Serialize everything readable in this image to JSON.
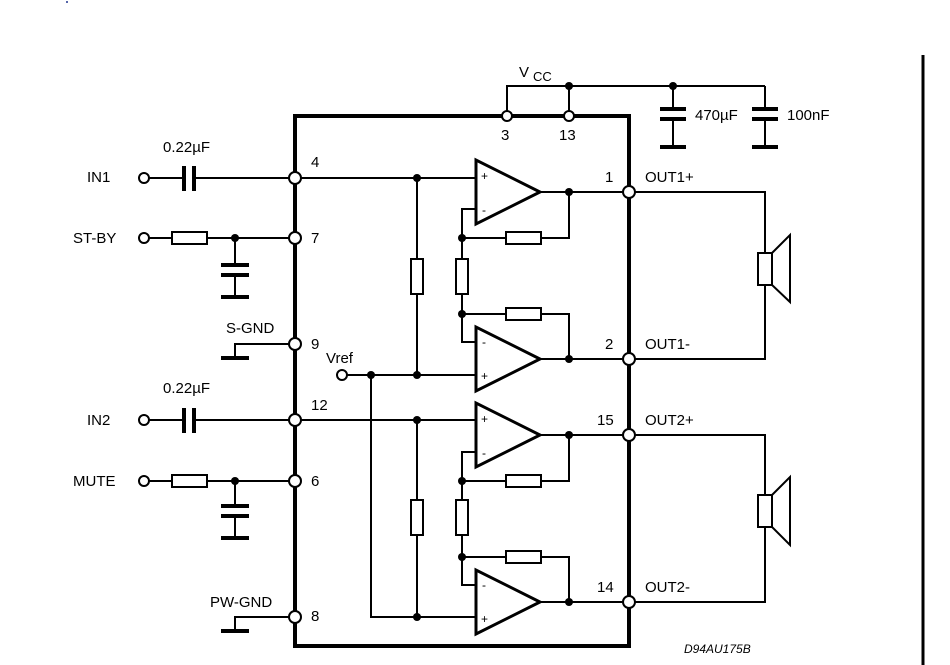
{
  "supply": {
    "label": "V",
    "subscript": "CC",
    "pins": [
      "3",
      "13"
    ]
  },
  "capacitors": {
    "bulk": "470µF",
    "decoupling": "100nF",
    "in1_coupling": "0.22µF",
    "in2_coupling": "0.22µF"
  },
  "inputs": {
    "in1": {
      "label": "IN1",
      "pin": "4"
    },
    "stby": {
      "label": "ST-BY",
      "pin": "7"
    },
    "sgnd": {
      "label": "S-GND",
      "pin": "9"
    },
    "in2": {
      "label": "IN2",
      "pin": "12"
    },
    "mute": {
      "label": "MUTE",
      "pin": "6"
    },
    "pwgnd": {
      "label": "PW-GND",
      "pin": "8"
    }
  },
  "vref": {
    "label": "Vref"
  },
  "outputs": {
    "out1p": {
      "label": "OUT1+",
      "pin": "1"
    },
    "out1n": {
      "label": "OUT1-",
      "pin": "2"
    },
    "out2p": {
      "label": "OUT2+",
      "pin": "15"
    },
    "out2n": {
      "label": "OUT2-",
      "pin": "14"
    }
  },
  "opamp_signs": {
    "plus": "+",
    "minus": "-"
  },
  "drawing_code": "D94AU175B"
}
